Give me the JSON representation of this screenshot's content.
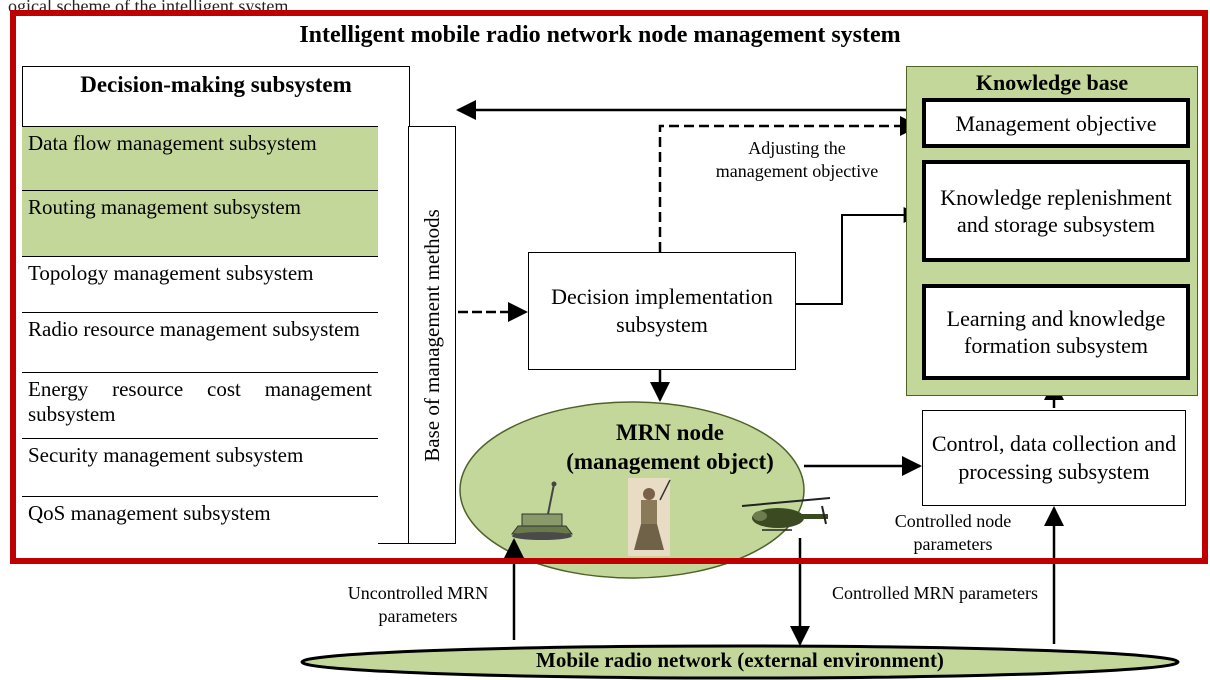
{
  "header_caption": "ogical scheme of the intelligent system",
  "system_title": "Intelligent mobile radio network node management system",
  "decision_making": {
    "title": "Decision-making subsystem",
    "subsystems": [
      {
        "label": "Data flow management subsystem",
        "highlighted": true
      },
      {
        "label": "Routing management subsystem",
        "highlighted": true
      },
      {
        "label": "Topology management subsystem",
        "highlighted": false
      },
      {
        "label": "Radio resource management subsystem",
        "highlighted": false
      },
      {
        "label": "Energy resource cost management subsystem",
        "highlighted": false
      },
      {
        "label": "Security management subsystem",
        "highlighted": false
      },
      {
        "label": "QoS management subsystem",
        "highlighted": false
      }
    ]
  },
  "base_methods": "Base of management methods",
  "decision_implementation": "Decision implementation subsystem",
  "adjusting_label": "Adjusting the management objective",
  "knowledge_base": {
    "title": "Knowledge base",
    "management_objective": "Management objective",
    "knowledge_replenishment": "Knowledge replenishment and storage subsystem",
    "learning": "Learning and knowledge formation subsystem"
  },
  "control_subsystem": "Control, data collection and processing subsystem",
  "mrn_node": {
    "title": "MRN node",
    "subtitle": "(management object)"
  },
  "labels": {
    "controlled_node_params": "Controlled node parameters",
    "uncontrolled_mrn_params": "Uncontrolled MRN parameters",
    "controlled_mrn_params": "Controlled MRN parameters"
  },
  "environment": "Mobile radio network (external environment)",
  "colors": {
    "frame": "#c00000",
    "green_fill": "#c4d79b",
    "node_fill": "#c4d79b"
  }
}
